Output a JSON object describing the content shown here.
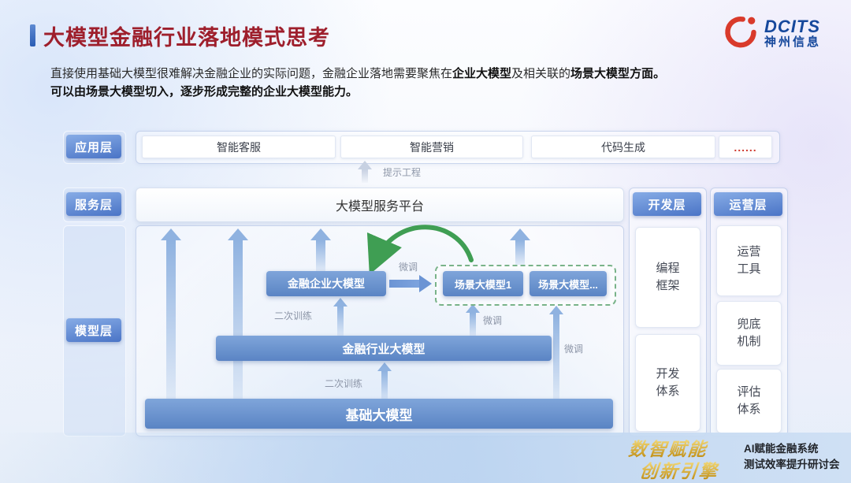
{
  "header": {
    "title": "大模型金融行业落地模式思考",
    "logo": {
      "brand": "DCITS",
      "company": "神州信息"
    }
  },
  "intro": {
    "p1_a": "直接使用基础大模型很难解决金融企业的实际问题，金融企业落地需要聚焦在",
    "p1_b": "企业大模型",
    "p1_c": "及相关联的",
    "p1_d": "场景大模型",
    "p1_e": "方面。",
    "p2": "可以由场景大模型切入，逐步形成完整的企业大模型能力。"
  },
  "app_layer": {
    "badge": "应用层",
    "items": [
      "智能客服",
      "智能营销",
      "代码生成",
      "......"
    ]
  },
  "prompt_engineering": "提示工程",
  "service_layer": {
    "badge": "服务层",
    "platform": "大模型服务平台"
  },
  "model_layer": {
    "badge": "模型层",
    "enterprise_model": "金融企业大模型",
    "scene_model_1": "场景大模型1",
    "scene_model_more": "场景大模型...",
    "industry_model": "金融行业大模型",
    "base_model": "基础大模型",
    "label_retrain_upper": "二次训练",
    "label_retrain_lower": "二次训练",
    "label_finetune_arc": "微调",
    "label_finetune_mid": "微调",
    "label_finetune_right": "微调"
  },
  "dev_layer": {
    "badge": "开发层",
    "items": [
      "编程框架",
      "开发体系"
    ]
  },
  "ops_layer": {
    "badge": "运营层",
    "items": [
      "运营工具",
      "兜底机制",
      "评估体系"
    ]
  },
  "footer": {
    "slogan_line1": "数智赋能",
    "slogan_line2": "创新引擎",
    "event_line1": "AI赋能金融系统",
    "event_line2": "测试效率提升研讨会"
  },
  "colors": {
    "title_red": "#9e1f2c",
    "badge_blue": "#4a74c6",
    "box_blue": "#5a84c4",
    "arrow_blue": "#8fb2e0",
    "green_arrow": "#3f9e53",
    "gold": "#c3921b"
  }
}
